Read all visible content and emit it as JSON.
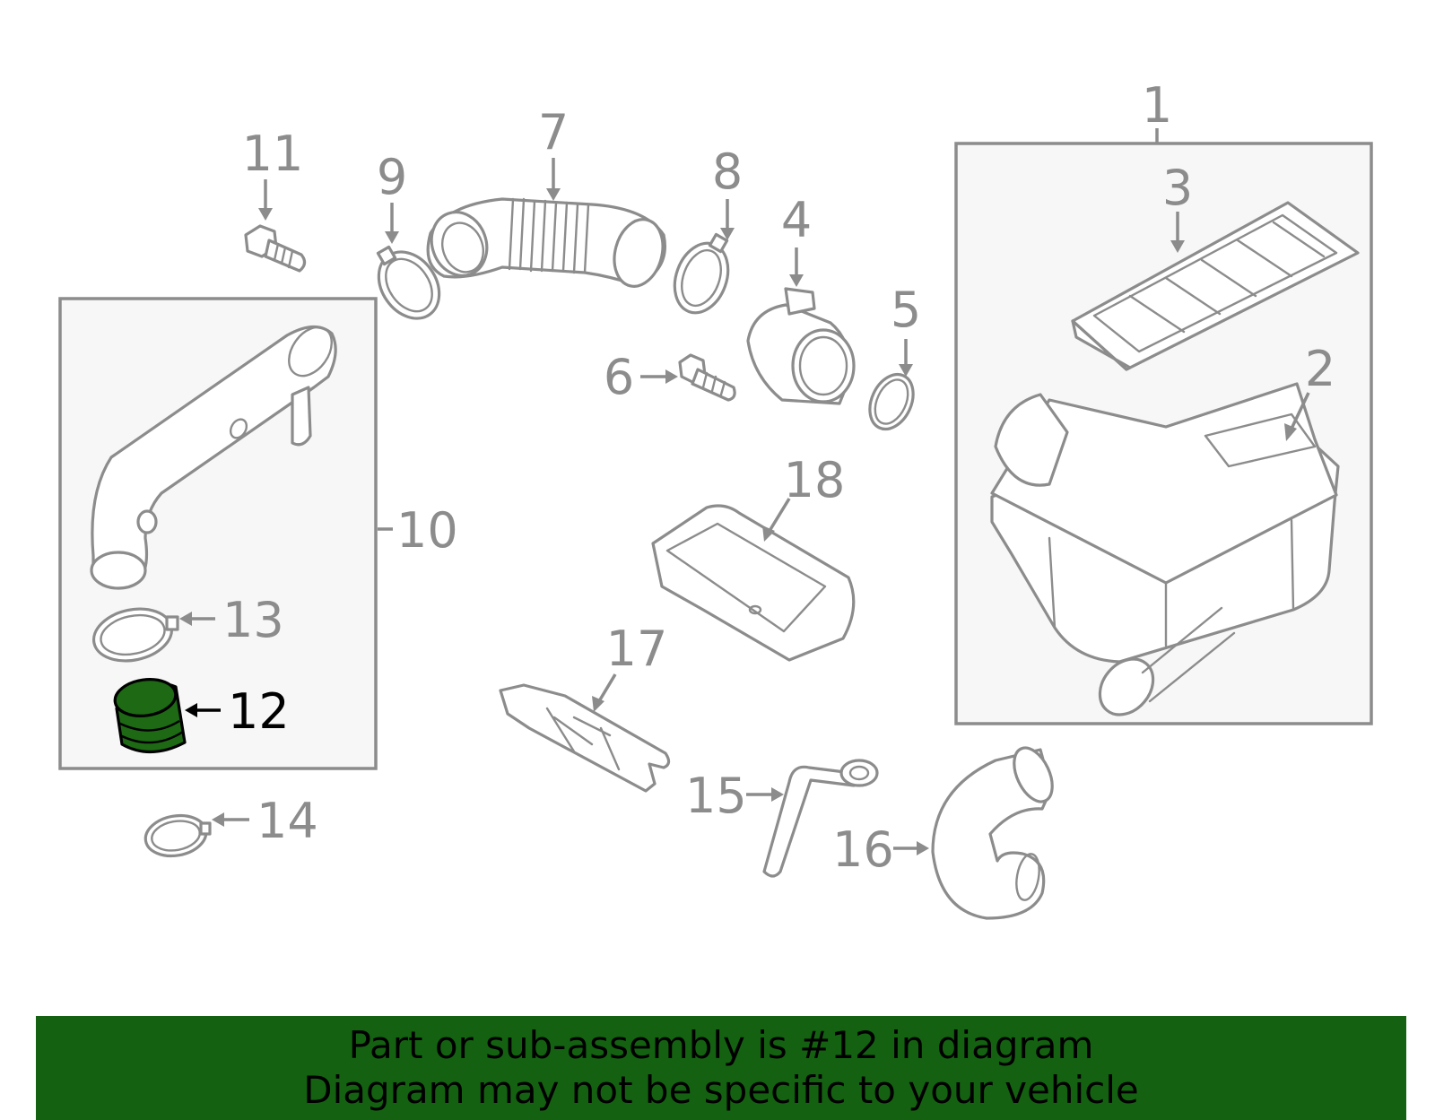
{
  "callouts": {
    "c1": "1",
    "c2": "2",
    "c3": "3",
    "c4": "4",
    "c5": "5",
    "c6": "6",
    "c7": "7",
    "c8": "8",
    "c9": "9",
    "c10": "10",
    "c11": "11",
    "c12": "12",
    "c13": "13",
    "c14": "14",
    "c15": "15",
    "c16": "16",
    "c17": "17",
    "c18": "18"
  },
  "highlight": {
    "part": "12",
    "fill_color": "#1d6914",
    "banner_color": "#146211"
  },
  "banner": {
    "line1": "Part or sub-assembly is #12 in diagram",
    "line2": "Diagram may not be specific to your vehicle"
  }
}
